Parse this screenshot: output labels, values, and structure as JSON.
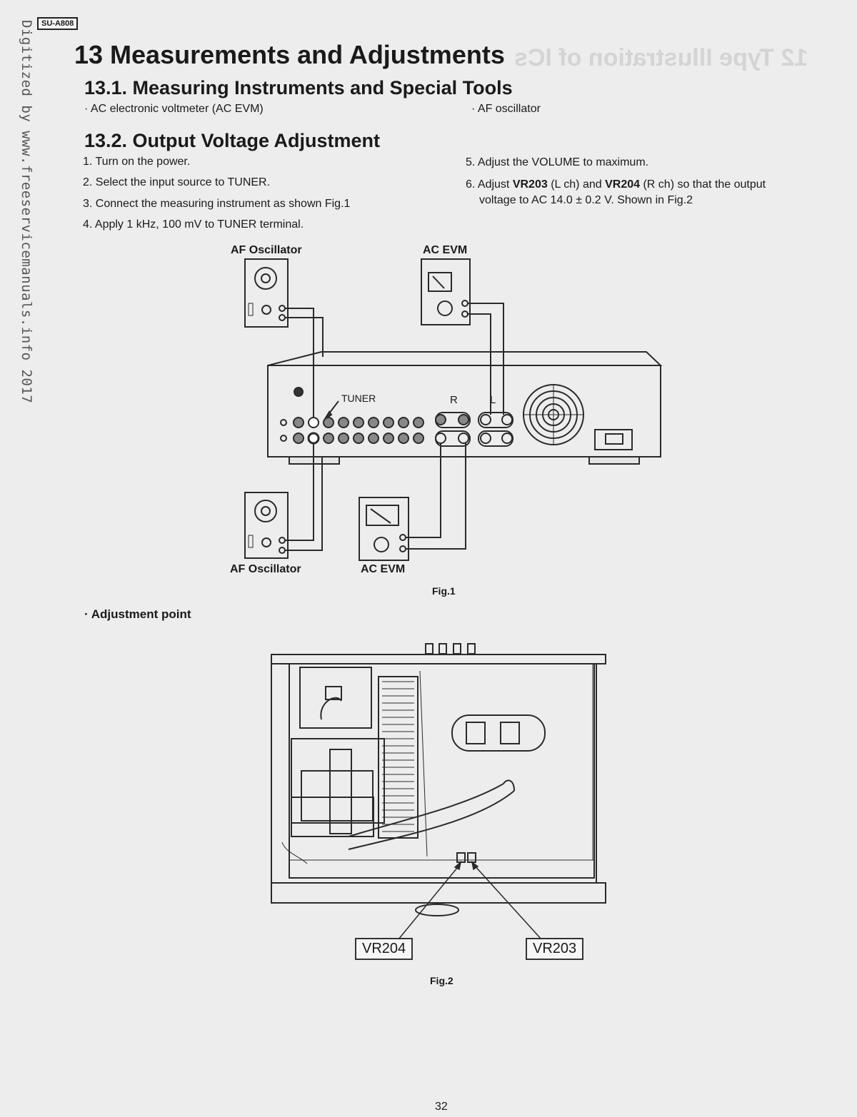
{
  "watermark": "Digitized by www.freeservicemanuals.info 2017",
  "model": "SU-A808",
  "ghost_title": "12 Type Illustration of ICs",
  "section_title": "13 Measurements and Adjustments",
  "s1": {
    "title": "13.1.  Measuring Instruments and Special Tools",
    "item1": "· AC electronic voltmeter (AC EVM)",
    "item2": "· AF oscillator"
  },
  "s2": {
    "title": "13.2.  Output Voltage Adjustment",
    "step1": "1. Turn on the power.",
    "step2": "2. Select the input source to TUNER.",
    "step3": "3. Connect the measuring instrument as shown Fig.1",
    "step4": "4. Apply 1 kHz, 100 mV to TUNER terminal.",
    "step5": "5. Adjust the VOLUME to maximum.",
    "step6_pre": "6. Adjust ",
    "step6_vr203": "VR203",
    "step6_mid": " (L ch) and ",
    "step6_vr204": "VR204",
    "step6_post": " (R ch) so that the output",
    "step6_line2": "voltage to AC 14.0 ± 0.2 V. Shown in Fig.2"
  },
  "fig1": {
    "af_top": "AF Oscillator",
    "ac_top": "AC EVM",
    "af_bottom": "AF Oscillator",
    "ac_bottom": "AC EVM",
    "tuner": "TUNER",
    "r": "R",
    "l": "L",
    "caption": "Fig.1"
  },
  "adjustment_point": "· Adjustment point",
  "fig2": {
    "vr204": "VR204",
    "vr203": "VR203",
    "caption": "Fig.2"
  },
  "page_number": "32"
}
